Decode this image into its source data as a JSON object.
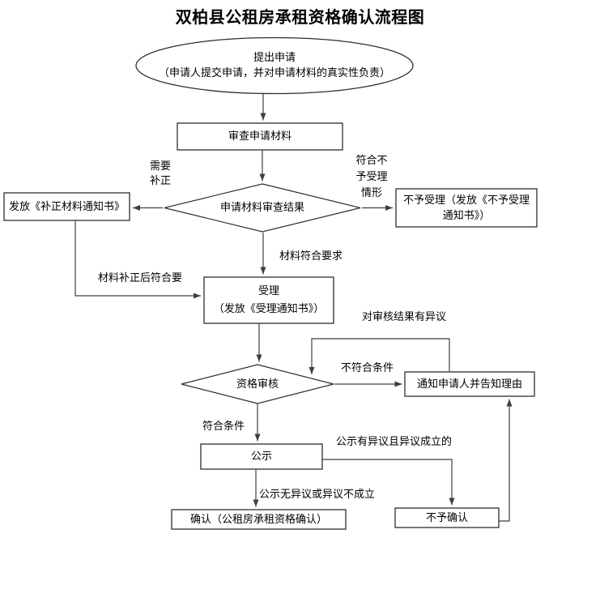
{
  "title": "双柏县公租房承租资格确认流程图",
  "nodes": {
    "start": {
      "line1": "提出申请",
      "line2": "（申请人提交申请，并对申请材料的真实性负责）"
    },
    "review": {
      "label": "审查申请材料"
    },
    "review_result": {
      "label": "申请材料审查结果"
    },
    "supplement": {
      "label": "发放《补正材料通知书》"
    },
    "reject_accept": {
      "line1": "不予受理（发放《不予受理",
      "line2": "通知书》）"
    },
    "accept": {
      "line1": "受理",
      "line2": "（发放《受理通知书》）"
    },
    "qualification_review": {
      "label": "资格审核"
    },
    "notify": {
      "label": "通知申请人并告知理由"
    },
    "publicity": {
      "label": "公示"
    },
    "confirm": {
      "label": "确认（公租房承租资格确认）"
    },
    "not_confirm": {
      "label": "不予确认"
    }
  },
  "edge_labels": {
    "need_supplement_l1": "需要",
    "need_supplement_l2": "补正",
    "reject_case_l1": "符合不",
    "reject_case_l2": "予受理",
    "reject_case_l3": "情形",
    "material_ok": "材料符合要求",
    "supplemented_ok": "材料补正后符合要",
    "objection_to_result": "对审核结果有异议",
    "not_qualified": "不符合条件",
    "qualified": "符合条件",
    "publicity_objection": "公示有异议且异议成立的",
    "publicity_no_objection": "公示无异议或异议不成立"
  },
  "colors": {
    "background": "#ffffff",
    "line": "#3f3f3f",
    "shape_border": "#2e2e2e",
    "text": "#000000"
  }
}
